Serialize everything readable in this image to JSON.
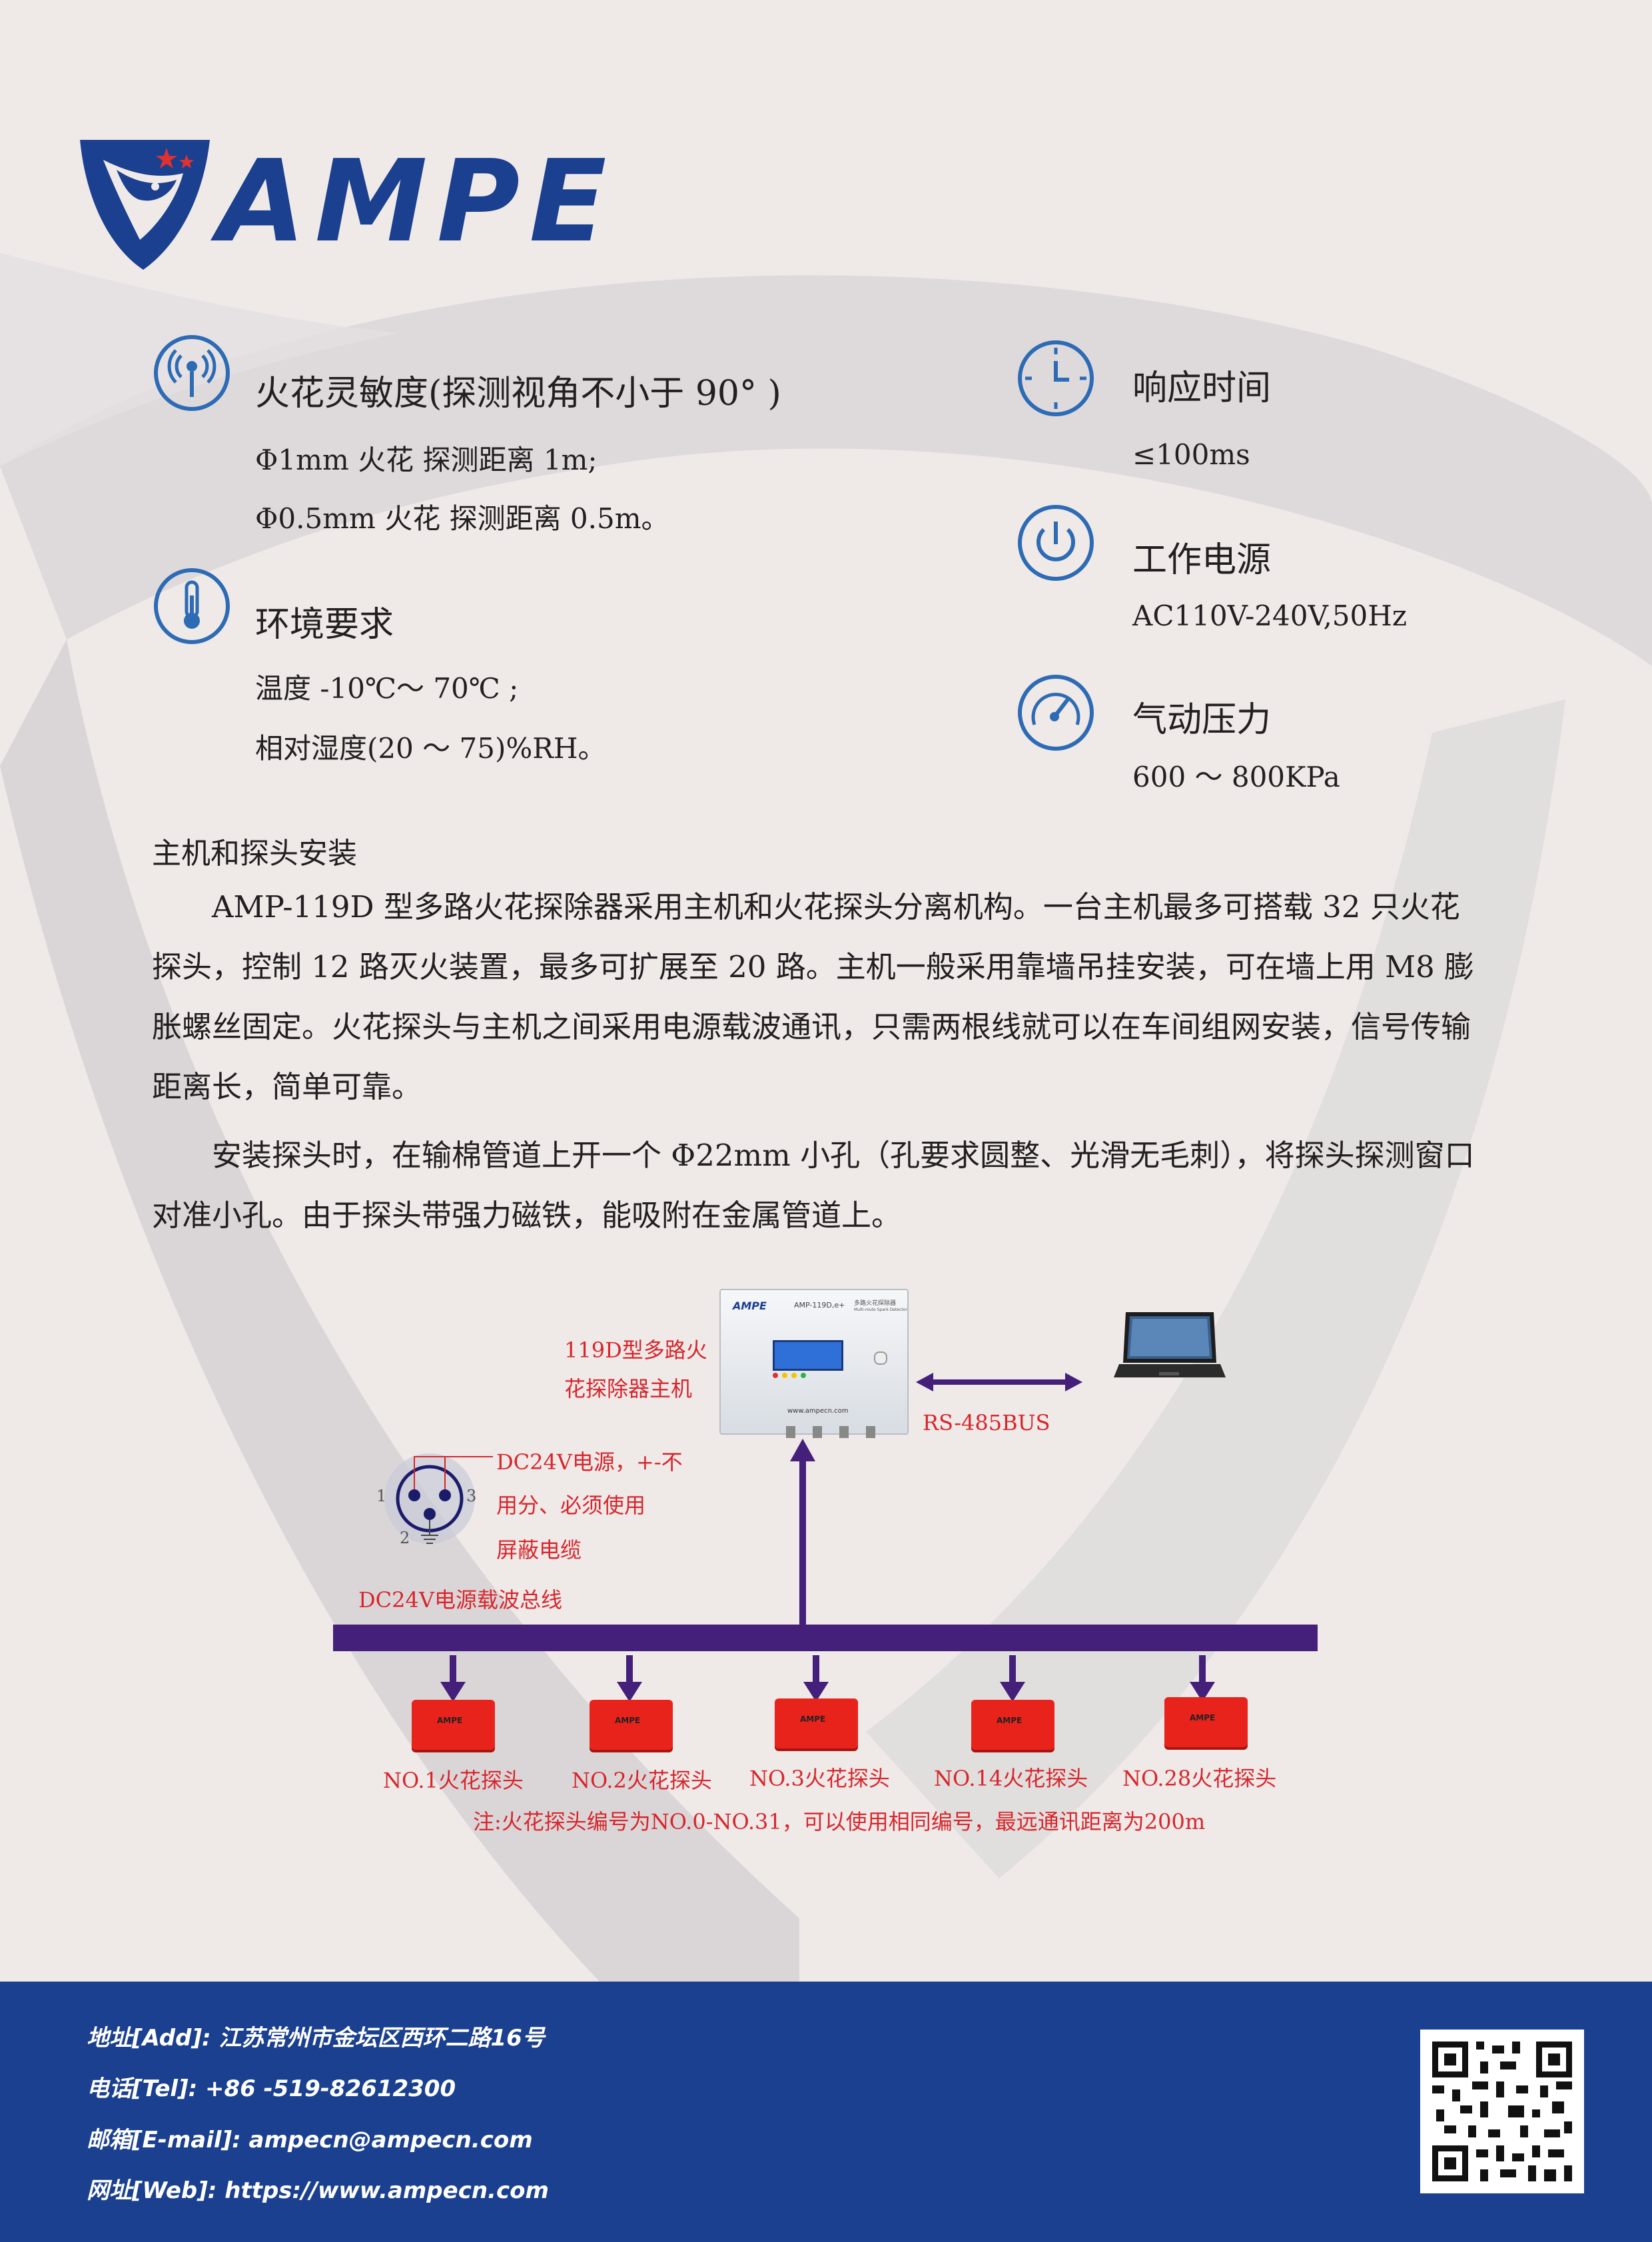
{
  "brand": {
    "logo_text": "AMPE",
    "logo_color": "#1b4090",
    "star_color": "#e03131"
  },
  "specs": {
    "spark": {
      "title": "火花灵敏度(探测视角不小于 90°  )",
      "lines": [
        "Φ1mm 火花 探测距离 1m;",
        "Φ0.5mm 火花 探测距离 0.5m。"
      ]
    },
    "env": {
      "title": "环境要求",
      "lines": [
        "温度 -10℃～ 70℃ ;",
        "相对湿度(20 ～ 75)%RH。"
      ]
    },
    "response": {
      "title": "响应时间",
      "value": "≤100ms"
    },
    "power": {
      "title": "工作电源",
      "value": "AC110V-240V,50Hz"
    },
    "pressure": {
      "title": "气动压力",
      "value": "600 ～ 800KPa"
    }
  },
  "install": {
    "heading": "主机和探头安装",
    "para1": "　　AMP-119D 型多路火花探除器采用主机和火花探头分离机构。一台主机最多可搭载 32 只火花探头，控制 12 路灭火装置，最多可扩展至 20 路。主机一般采用靠墙吊挂安装，可在墙上用 M8 膨胀螺丝固定。火花探头与主机之间采用电源载波通讯，只需两根线就可以在车间组网安装，信号传输距离长，简单可靠。",
    "para2": "　　安装探头时，在输棉管道上开一个 Φ22mm 小孔（孔要求圆整、光滑无毛刺），将探头探测窗口对准小孔。由于探头带强力磁铁，能吸附在金属管道上。"
  },
  "diagram": {
    "host_label_1": "119D型多路火",
    "host_label_2": "花探除器主机",
    "host_panel_brand": "AMPE",
    "host_panel_model": "AMP-119D,e+",
    "host_panel_title": "多路火花探除器",
    "host_panel_subtitle": "Multi-route Spark Detector",
    "host_panel_url": "www.ampecn.com",
    "bus_label": "RS-485BUS",
    "dc_note_1": "DC24V电源，+-不",
    "dc_note_2": "用分、必须使用",
    "dc_note_3": "屏蔽电缆",
    "connector_pin_1": "1",
    "connector_pin_3": "3",
    "connector_pin_2": "2",
    "power_bus_label": "DC24V电源载波总线",
    "probe_box_text": "AMPE",
    "probes": [
      "NO.1火花探头",
      "NO.2火花探头",
      "NO.3火花探头",
      "NO.14火花探头",
      "NO.28火花探头"
    ],
    "note": "注:火花探头编号为NO.0-NO.31，可以使用相同编号，最远通讯距离为200m"
  },
  "footer": {
    "address": "地址[Add]:  江苏常州市金坛区西环二路16号",
    "tel": "电话[Tel]:  +86 -519-82612300",
    "email": "邮箱[E-mail]:  ampecn@ampecn.com",
    "web": "网址[Web]:  https://www.ampecn.com"
  }
}
